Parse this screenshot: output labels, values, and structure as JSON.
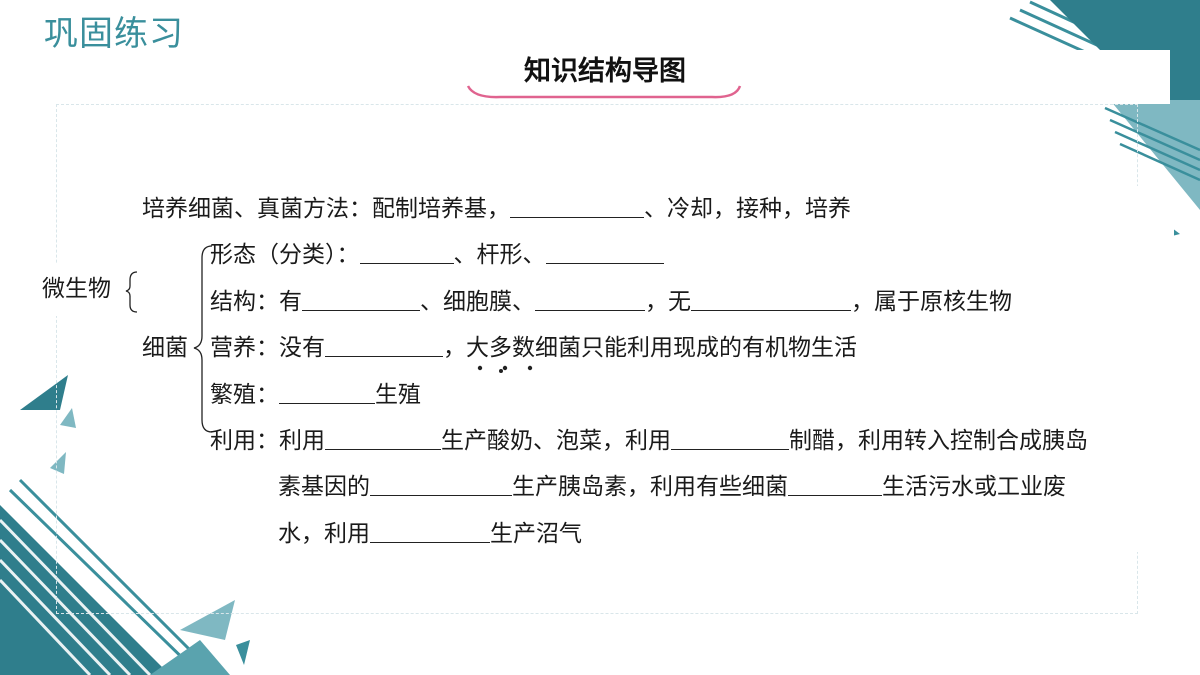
{
  "slide_title": "巩固练习",
  "section_title": "知识结构导图",
  "root_label": "微生物",
  "line1": {
    "prefix": "培养细菌、真菌方法：配制培养基，",
    "suffix": "、冷却，接种，培养"
  },
  "bacteria_label": "细菌",
  "morphology": {
    "label": "形态（分类）：",
    "mid": "、杆形、"
  },
  "structure": {
    "label": "结构：有",
    "mid1": "、细胞膜、",
    "mid2": "，无",
    "tail": "，属于原核生物"
  },
  "nutrition": {
    "label": "营养：没有",
    "tail_a": "，",
    "tail_dotted": "大多数",
    "tail_b": "细菌只能利用现成的有机物生活"
  },
  "reproduction": {
    "label": "繁殖：",
    "tail": "生殖"
  },
  "uses": {
    "label": "利用：利用",
    "t1": "生产酸奶、泡菜，利用",
    "t2": "制醋，利用转入控制合成胰岛",
    "l2_prefix": "素基因的",
    "t3": "生产胰岛素，利用有些细菌",
    "t4": "生活污水或工业废",
    "l3_prefix": "水，利用",
    "t5": "生产沼气"
  },
  "colors": {
    "teal": "#3a8f9c",
    "teal_dark": "#2f7e8c",
    "pink": "#e0638f"
  }
}
